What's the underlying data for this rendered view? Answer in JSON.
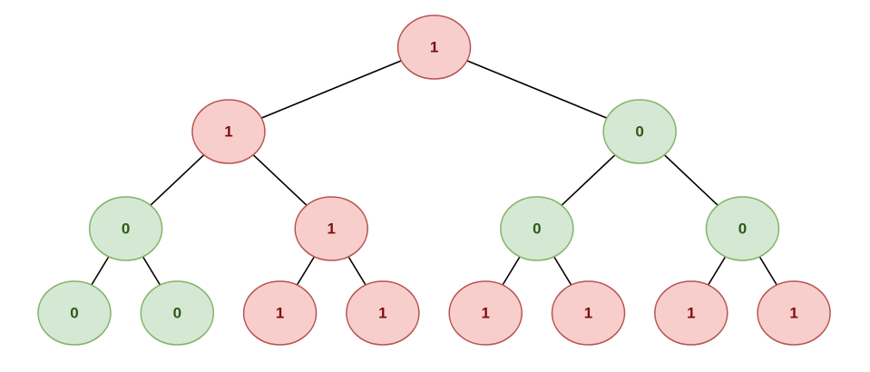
{
  "colors": {
    "red_fill": "#f8cecc",
    "red_stroke": "#b85450",
    "red_text": "#7a1010",
    "green_fill": "#d5e8d4",
    "green_stroke": "#82b366",
    "green_text": "#2d5a14",
    "edge": "#000000"
  },
  "tree": {
    "root": {
      "value": "1",
      "color": "red",
      "children": [
        {
          "value": "1",
          "color": "red",
          "children": [
            {
              "value": "0",
              "color": "green",
              "children": [
                {
                  "value": "0",
                  "color": "green",
                  "children": []
                },
                {
                  "value": "0",
                  "color": "green",
                  "children": []
                }
              ]
            },
            {
              "value": "1",
              "color": "red",
              "children": [
                {
                  "value": "1",
                  "color": "red",
                  "children": []
                },
                {
                  "value": "1",
                  "color": "red",
                  "children": []
                }
              ]
            }
          ]
        },
        {
          "value": "0",
          "color": "green",
          "children": [
            {
              "value": "0",
              "color": "green",
              "children": [
                {
                  "value": "1",
                  "color": "red",
                  "children": []
                },
                {
                  "value": "1",
                  "color": "red",
                  "children": []
                }
              ]
            },
            {
              "value": "0",
              "color": "green",
              "children": [
                {
                  "value": "1",
                  "color": "red",
                  "children": []
                },
                {
                  "value": "1",
                  "color": "red",
                  "children": []
                }
              ]
            }
          ]
        }
      ]
    }
  }
}
